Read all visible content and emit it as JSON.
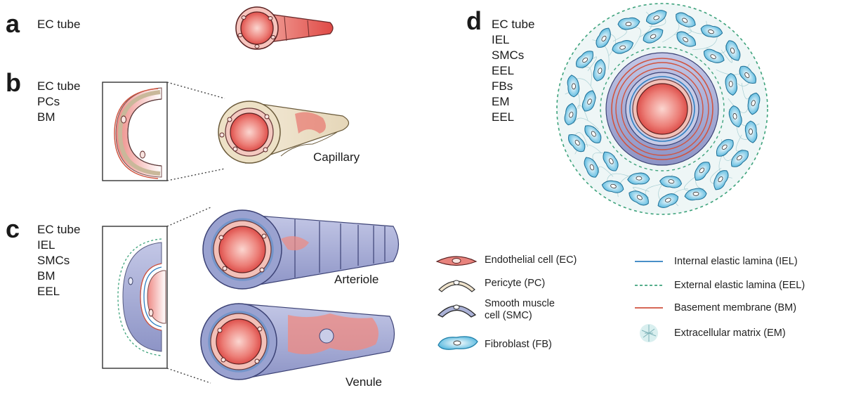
{
  "panels": {
    "a": {
      "letter": "a",
      "labels": [
        "EC tube"
      ]
    },
    "b": {
      "letter": "b",
      "labels": [
        "EC tube",
        "PCs",
        "BM"
      ],
      "vessel": "Capillary"
    },
    "c": {
      "letter": "c",
      "labels": [
        "EC tube",
        "IEL",
        "SMCs",
        "BM",
        "EEL"
      ],
      "vessel_top": "Arteriole",
      "vessel_bottom": "Venule"
    },
    "d": {
      "letter": "d",
      "labels": [
        "EC tube",
        "IEL",
        "SMCs",
        "EEL",
        "FBs",
        "EM",
        "EEL"
      ]
    }
  },
  "legend": {
    "left": [
      {
        "icon": "endothelial-cell-icon",
        "text": "Endothelial cell (EC)"
      },
      {
        "icon": "pericyte-icon",
        "text": "Pericyte (PC)"
      },
      {
        "icon": "smooth-muscle-cell-icon",
        "text": "Smooth muscle\ncell (SMC)"
      },
      {
        "icon": "fibroblast-icon",
        "text": "Fibroblast (FB)"
      }
    ],
    "right": [
      {
        "icon": "internal-elastic-lamina-icon",
        "text": "Internal elastic lamina (IEL)"
      },
      {
        "icon": "external-elastic-lamina-icon",
        "text": "External elastic lamina (EEL)"
      },
      {
        "icon": "basement-membrane-icon",
        "text": "Basement membrane (BM)"
      },
      {
        "icon": "extracellular-matrix-icon",
        "text": "Extracellular matrix (EM)"
      }
    ]
  },
  "colors": {
    "endothelium": "#e8837d",
    "lumen": "#e35a55",
    "pericyte": "#efe3cc",
    "smc": "#aab1d6",
    "iel": "#2f7fc1",
    "eel": "#3ea37c",
    "bm": "#d0533f",
    "fibroblast": "#4cb6df",
    "matrix": "#d9efef"
  }
}
